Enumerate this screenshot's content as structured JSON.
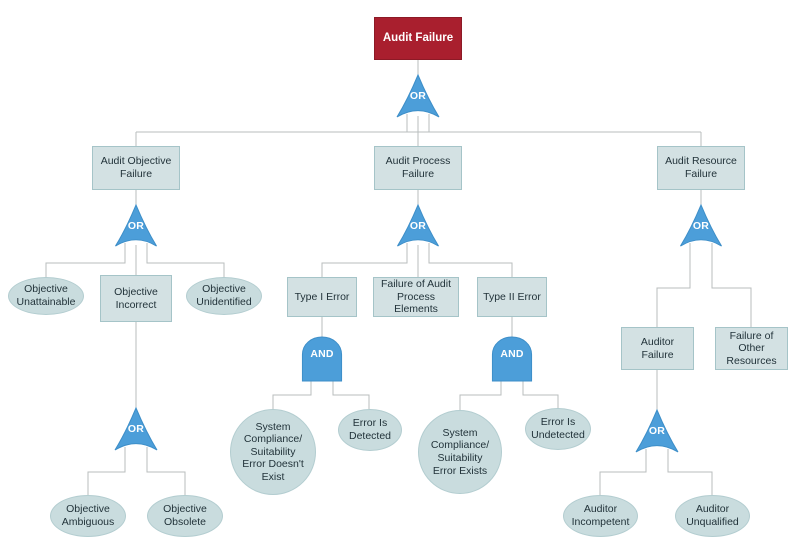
{
  "diagram": {
    "kind": "fault-tree-analysis",
    "top_event": "Audit Failure"
  },
  "colors": {
    "top_fill": "#a91f2e",
    "top_border": "#8c1a26",
    "top_text": "#ffffff",
    "gate_fill": "#4c9ed9",
    "gate_stroke": "#3d8ec8",
    "gate_text": "#ffffff",
    "box_fill": "#d3e1e3",
    "box_border": "#a5c4c8",
    "ellipse_fill": "#c9dcde",
    "ellipse_border": "#b3cdd0",
    "line": "#b9bdbd",
    "text": "#22333a"
  },
  "nodes": {
    "audit_failure": {
      "label": "Audit Failure",
      "shape": "rectangle",
      "role": "top-event"
    },
    "audit_objective_failure": {
      "label": "Audit Objective\nFailure",
      "shape": "rectangle"
    },
    "audit_process_failure": {
      "label": "Audit Process\nFailure",
      "shape": "rectangle"
    },
    "audit_resource_failure": {
      "label": "Audit Resource\nFailure",
      "shape": "rectangle"
    },
    "objective_unattainable": {
      "label": "Objective\nUnattainable",
      "shape": "ellipse"
    },
    "objective_incorrect": {
      "label": "Objective\nIncorrect",
      "shape": "rectangle"
    },
    "objective_unidentified": {
      "label": "Objective\nUnidentified",
      "shape": "ellipse"
    },
    "objective_ambiguous": {
      "label": "Objective\nAmbiguous",
      "shape": "ellipse"
    },
    "objective_obsolete": {
      "label": "Objective\nObsolete",
      "shape": "ellipse"
    },
    "type_i_error": {
      "label": "Type I Error",
      "shape": "rectangle"
    },
    "failure_of_audit_process_elements": {
      "label": "Failure of Audit\nProcess Elements",
      "shape": "rectangle"
    },
    "type_ii_error": {
      "label": "Type II Error",
      "shape": "rectangle"
    },
    "system_error_doesnt_exist": {
      "label": "System\nCompliance/\nSuitability\nError Doesn't\nExist",
      "shape": "circle"
    },
    "error_is_detected": {
      "label": "Error Is\nDetected",
      "shape": "ellipse"
    },
    "system_error_exists": {
      "label": "System\nCompliance/\nSuitability\nError Exists",
      "shape": "circle"
    },
    "error_is_undetected": {
      "label": "Error Is\nUndetected",
      "shape": "ellipse"
    },
    "auditor_failure": {
      "label": "Auditor\nFailure",
      "shape": "rectangle"
    },
    "failure_of_other_resources": {
      "label": "Failure of\nOther\nResources",
      "shape": "rectangle"
    },
    "auditor_incompetent": {
      "label": "Auditor\nIncompetent",
      "shape": "ellipse"
    },
    "auditor_unqualified": {
      "label": "Auditor\nUnqualified",
      "shape": "ellipse"
    }
  },
  "gates": {
    "top": {
      "label": "OR"
    },
    "objective": {
      "label": "OR"
    },
    "process": {
      "label": "OR"
    },
    "resource": {
      "label": "OR"
    },
    "incorrect": {
      "label": "OR"
    },
    "type1": {
      "label": "AND"
    },
    "type2": {
      "label": "AND"
    },
    "auditor": {
      "label": "OR"
    }
  },
  "structure": [
    {
      "parent": "audit_failure",
      "gate": "OR",
      "children": [
        "audit_objective_failure",
        "audit_process_failure",
        "audit_resource_failure"
      ]
    },
    {
      "parent": "audit_objective_failure",
      "gate": "OR",
      "children": [
        "objective_unattainable",
        "objective_incorrect",
        "objective_unidentified"
      ]
    },
    {
      "parent": "objective_incorrect",
      "gate": "OR",
      "children": [
        "objective_ambiguous",
        "objective_obsolete"
      ]
    },
    {
      "parent": "audit_process_failure",
      "gate": "OR",
      "children": [
        "type_i_error",
        "failure_of_audit_process_elements",
        "type_ii_error"
      ]
    },
    {
      "parent": "type_i_error",
      "gate": "AND",
      "children": [
        "system_error_doesnt_exist",
        "error_is_detected"
      ]
    },
    {
      "parent": "type_ii_error",
      "gate": "AND",
      "children": [
        "system_error_exists",
        "error_is_undetected"
      ]
    },
    {
      "parent": "audit_resource_failure",
      "gate": "OR",
      "children": [
        "auditor_failure",
        "failure_of_other_resources"
      ]
    },
    {
      "parent": "auditor_failure",
      "gate": "OR",
      "children": [
        "auditor_incompetent",
        "auditor_unqualified"
      ]
    }
  ]
}
